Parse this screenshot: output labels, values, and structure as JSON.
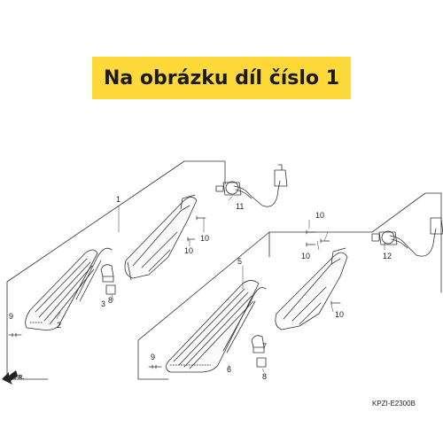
{
  "banner": {
    "text": "Na obrázku díl číslo 1"
  },
  "diagram": {
    "code": "KPZI-E2300B",
    "front_label": "FR.",
    "callouts": {
      "c1": "1",
      "c2": "2",
      "c3": "3",
      "c5": "5",
      "c6": "6",
      "c7": "7",
      "c8a": "8",
      "c8b": "8",
      "c9a": "9",
      "c9b": "9",
      "c10a": "10",
      "c10b": "10",
      "c10c": "10",
      "c10d": "10",
      "c10e": "10",
      "c11": "11",
      "c12": "12"
    }
  }
}
